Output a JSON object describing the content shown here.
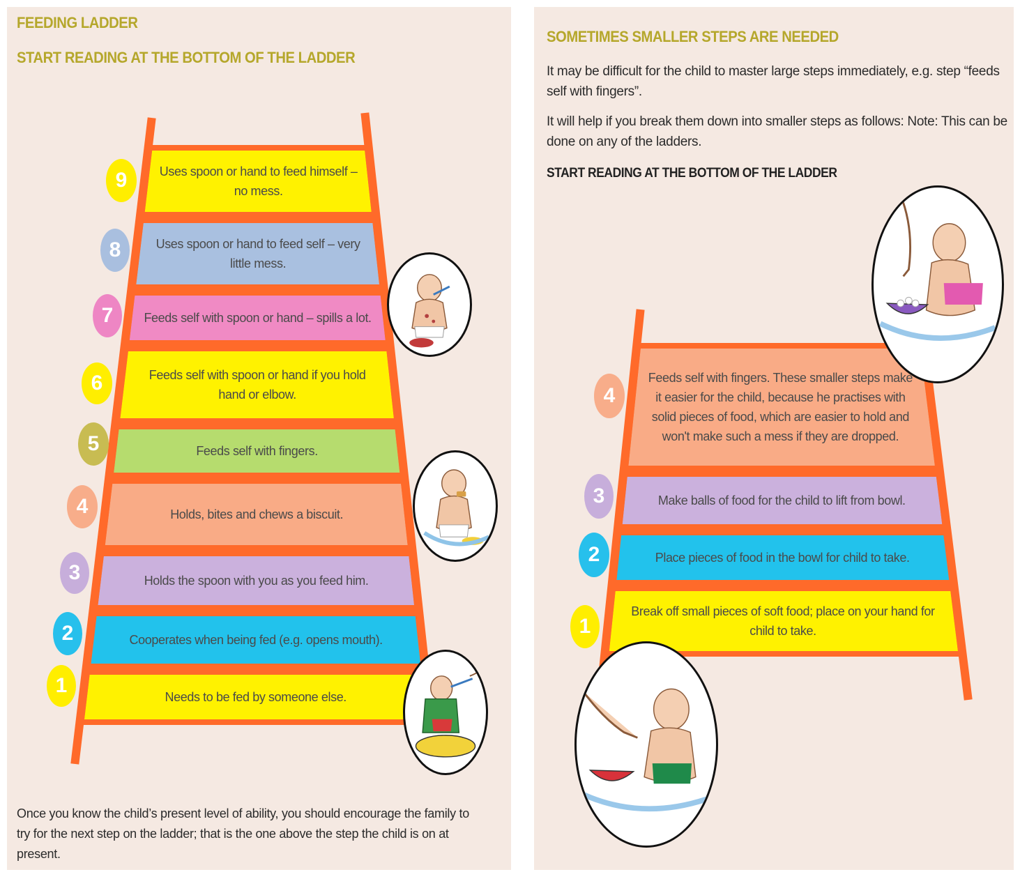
{
  "left": {
    "title": "FEEDING LADDER",
    "subtitle": "START READING AT THE BOTTOM OF THE LADDER",
    "steps": [
      {
        "num": "1",
        "text": "Needs to be fed by someone else.",
        "circle_color": "#ffee00",
        "bar_color": "#fff200"
      },
      {
        "num": "2",
        "text": "Cooperates when being fed (e.g. opens mouth).",
        "circle_color": "#27c0ec",
        "bar_color": "#22c2ec"
      },
      {
        "num": "3",
        "text": "Holds the spoon with you as you feed him.",
        "circle_color": "#c7aedb",
        "bar_color": "#cbb1dd"
      },
      {
        "num": "4",
        "text": "Holds, bites and chews a biscuit.",
        "circle_color": "#f8ad8a",
        "bar_color": "#f9ab86"
      },
      {
        "num": "5",
        "text": "Feeds self with fingers.",
        "circle_color": "#c8bc52",
        "bar_color": "#b6dc6e"
      },
      {
        "num": "6",
        "text": "Feeds self with spoon or hand if you hold hand or elbow.",
        "circle_color": "#ffee00",
        "bar_color": "#fff200"
      },
      {
        "num": "7",
        "text": "Feeds self with spoon or hand – spills a lot.",
        "circle_color": "#ee86c4",
        "bar_color": "#f08ac4"
      },
      {
        "num": "8",
        "text": "Uses spoon or hand to feed self – very little mess.",
        "circle_color": "#a9bfdf",
        "bar_color": "#a9c0e0"
      },
      {
        "num": "9",
        "text": "Uses spoon or hand to feed himself – no mess.",
        "circle_color": "#ffee00",
        "bar_color": "#fff200"
      }
    ],
    "footer": "Once you know the child’s present level of ability, you should encourage the family to try for the next step on the ladder; that is the one above the step the child is on at present."
  },
  "right": {
    "title": "SOMETIMES SMALLER STEPS ARE NEEDED",
    "para1": "It may be difficult for the child to master large steps immediately, e.g. step “feeds self with fingers”.",
    "para2": "It will help if you break them down into smaller steps as follows: Note: This can be done on any of the ladders.",
    "subheading": "START READING AT THE BOTTOM OF THE LADDER",
    "steps": [
      {
        "num": "1",
        "text": "Break off small pieces of soft food; place on your hand for child to take.",
        "circle_color": "#ffee00",
        "bar_color": "#fff200"
      },
      {
        "num": "2",
        "text": "Place pieces of food in the bowl for child to take.",
        "circle_color": "#27c0ec",
        "bar_color": "#22c2ec"
      },
      {
        "num": "3",
        "text": "Make balls of food for the child to lift from bowl.",
        "circle_color": "#c7aedb",
        "bar_color": "#cbb1dd"
      },
      {
        "num": "4",
        "text": "Feeds self with fingers. These smaller steps make it easier for the child, because he practises with solid pieces of food, which are easier to hold and won't make such a mess if they are dropped.",
        "circle_color": "#f8ad8a",
        "bar_color": "#f9ab86"
      }
    ]
  },
  "colors": {
    "ladder_rail": "#ff6a2a",
    "title_olive": "#b5a72b",
    "panel_bg": "#f5e9e2"
  }
}
